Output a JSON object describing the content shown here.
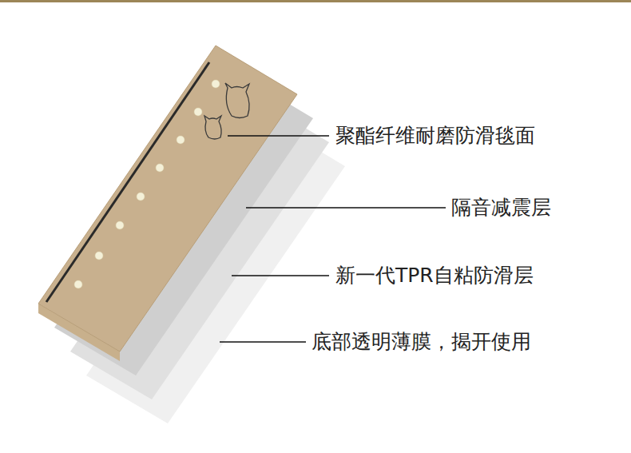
{
  "diagram": {
    "labels": [
      "聚酯纤维耐磨防滑毯面",
      "隔音减震层",
      "新一代TPR自粘防滑层",
      "底部透明薄膜，揭开使用"
    ]
  }
}
